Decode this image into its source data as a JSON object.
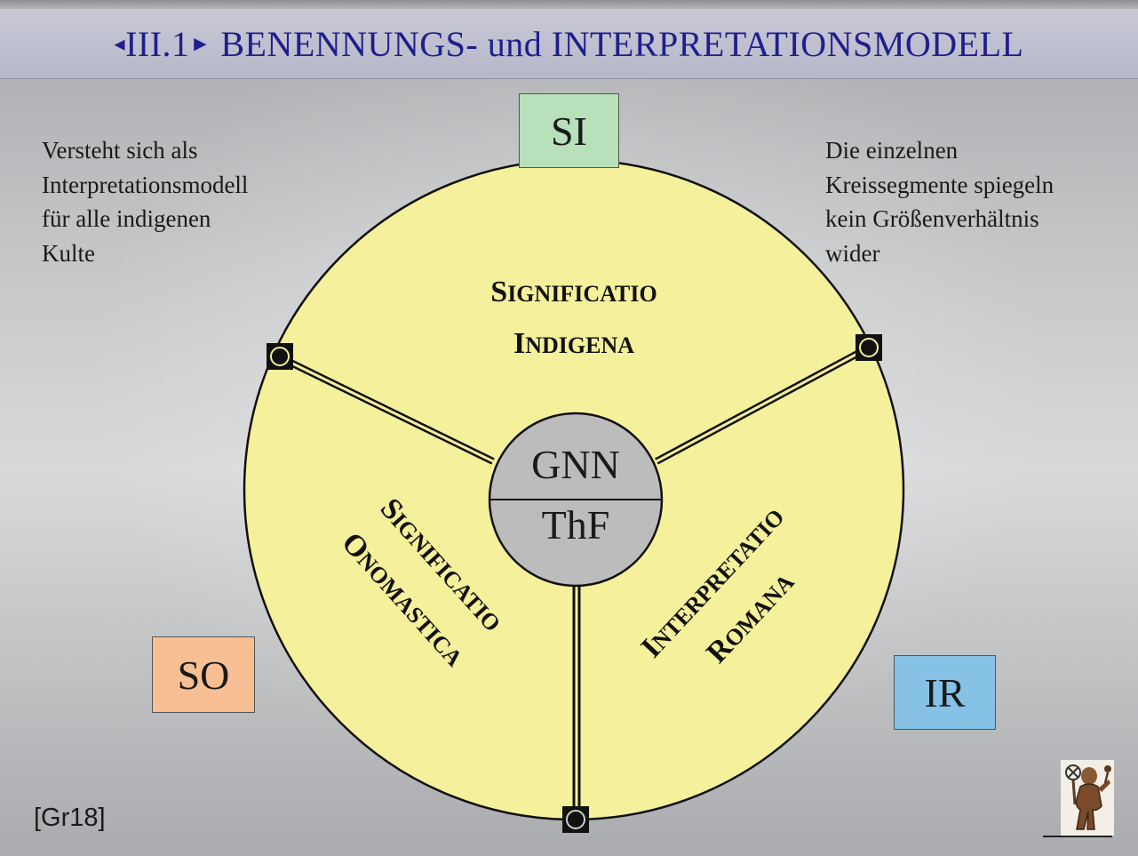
{
  "header": {
    "arrow_left": "◂",
    "section": "III.1",
    "arrow_right": "►",
    "title": "BENENNUNGS- und INTERPRETATIONSMODELL"
  },
  "notes": {
    "left": "Versteht sich als\nInterpretationsmodell\nfür alle indigenen\nKulte",
    "right": "Die einzelnen\nKreissegmente spiegeln\nkein Größenverhältnis\nwider"
  },
  "boxes": {
    "si": {
      "label": "SI",
      "color": "#b7e0bb"
    },
    "so": {
      "label": "SO",
      "color": "#f8bf95"
    },
    "ir": {
      "label": "IR",
      "color": "#85c2e6"
    }
  },
  "circle": {
    "fill": "#f4f09b",
    "center_top": "GNN",
    "center_bottom": "ThF",
    "segments": {
      "top": {
        "line1_initial": "S",
        "line1_rest": "IGNIFICATIO",
        "line2_initial": "I",
        "line2_rest": "NDIGENA"
      },
      "left": {
        "line1_initial": "S",
        "line1_rest": "IGNIFICATIO",
        "line2_initial": "O",
        "line2_rest": "NOMASTICA"
      },
      "right": {
        "line1_initial": "I",
        "line1_rest": "NTERPRETATIO",
        "line2_initial": "R",
        "line2_rest": "OMANA"
      }
    }
  },
  "reference": "[Gr18]",
  "icons": {
    "node": "ring-node-icon",
    "mascot": "figure-mascot-icon"
  }
}
